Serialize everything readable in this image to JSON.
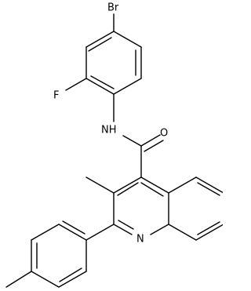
{
  "structure": {
    "atoms": {
      "br": "Br",
      "f": "F",
      "nh": "NH",
      "o": "O",
      "n": "N"
    }
  },
  "colors": {
    "background": "#ffffff",
    "ink": "#000000"
  }
}
